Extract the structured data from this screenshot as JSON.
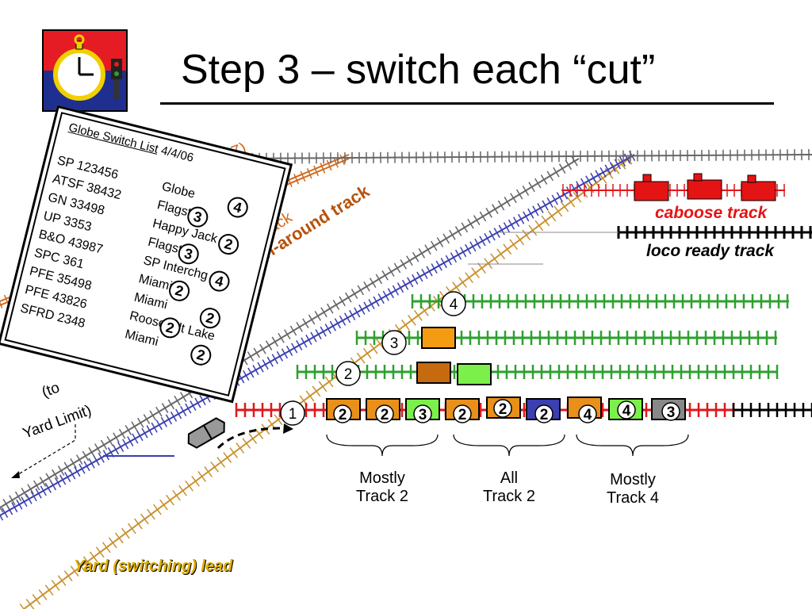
{
  "slide": {
    "title": "Step 3 – switch each “cut”"
  },
  "logo": {
    "icon": "stopwatch-signal-icon"
  },
  "switch_list": {
    "title_prefix": "Globe Switch List",
    "date": "4/4/06",
    "entries": [
      {
        "car": "SP 123456",
        "dest": "Globe",
        "track": "4"
      },
      {
        "car": "ATSF 38432",
        "dest": "Flagstaff",
        "track": "3"
      },
      {
        "car": "GN 33498",
        "dest": "Happy Jack",
        "track": "2"
      },
      {
        "car": "UP 3353",
        "dest": "Flagstaff",
        "track": "3"
      },
      {
        "car": "B&O 43987",
        "dest": "SP Interchg",
        "track": "4"
      },
      {
        "car": "SPC 361",
        "dest": "Miami",
        "track": "2"
      },
      {
        "car": "PFE 35498",
        "dest": "Miami",
        "track": "2"
      },
      {
        "car": "PFE 43826",
        "dest": "Roosevelt Lake",
        "track": "2"
      },
      {
        "car": "SFRD 2348",
        "dest": "Miami",
        "track": "2"
      }
    ]
  },
  "track_labels": {
    "caboose": "caboose track",
    "loco_ready": "loco ready track",
    "runaround": "Yard run-around track",
    "main_fragment": "e track",
    "main_fragment2": "Z)",
    "lead": "Yard (switching) lead",
    "to_yard_limit_1": "(to",
    "to_yard_limit_2": "Yard Limit)"
  },
  "track_numbers": [
    "1",
    "2",
    "3",
    "4"
  ],
  "train_cut_badges": [
    "2",
    "2",
    "3",
    "2",
    "2",
    "2",
    "4",
    "4",
    "3"
  ],
  "groups": [
    {
      "line1": "Mostly",
      "line2": "Track 2"
    },
    {
      "line1": "All",
      "line2": "Track 2"
    },
    {
      "line1": "Mostly",
      "line2": "Track 4"
    }
  ],
  "colors": {
    "green_track": "#2ea02e",
    "red_track": "#e0161b",
    "blue_track": "#3b3fb0",
    "orange_track": "#d2691e",
    "brown_track": "#b8860b",
    "caboose": "#e41414",
    "runaround_label": "#b8520c",
    "caboose_label": "#e41414",
    "lead_label": "#e0b000"
  }
}
